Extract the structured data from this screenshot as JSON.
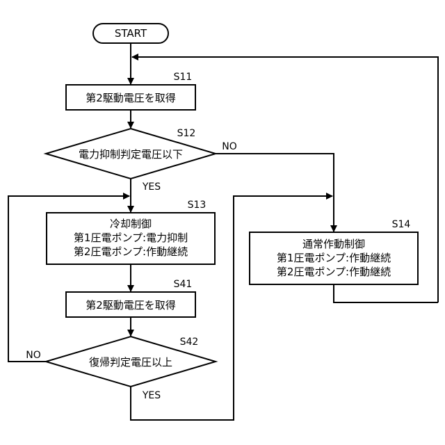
{
  "start": {
    "label": "START"
  },
  "s11": {
    "step": "S11",
    "text": "第2駆動電圧を取得"
  },
  "s12": {
    "step": "S12",
    "text": "電力抑制判定電圧以下",
    "no": "NO",
    "yes": "YES"
  },
  "s13": {
    "step": "S13",
    "lines": [
      "冷却制御",
      "第1圧電ポンプ:電力抑制",
      "第2圧電ポンプ:作動継続"
    ]
  },
  "s14": {
    "step": "S14",
    "lines": [
      "通常作動制御",
      "第1圧電ポンプ:作動継続",
      "第2圧電ポンプ:作動継続"
    ]
  },
  "s41": {
    "step": "S41",
    "text": "第2駆動電圧を取得"
  },
  "s42": {
    "step": "S42",
    "text": "復帰判定電圧以上",
    "no": "NO",
    "yes": "YES"
  }
}
